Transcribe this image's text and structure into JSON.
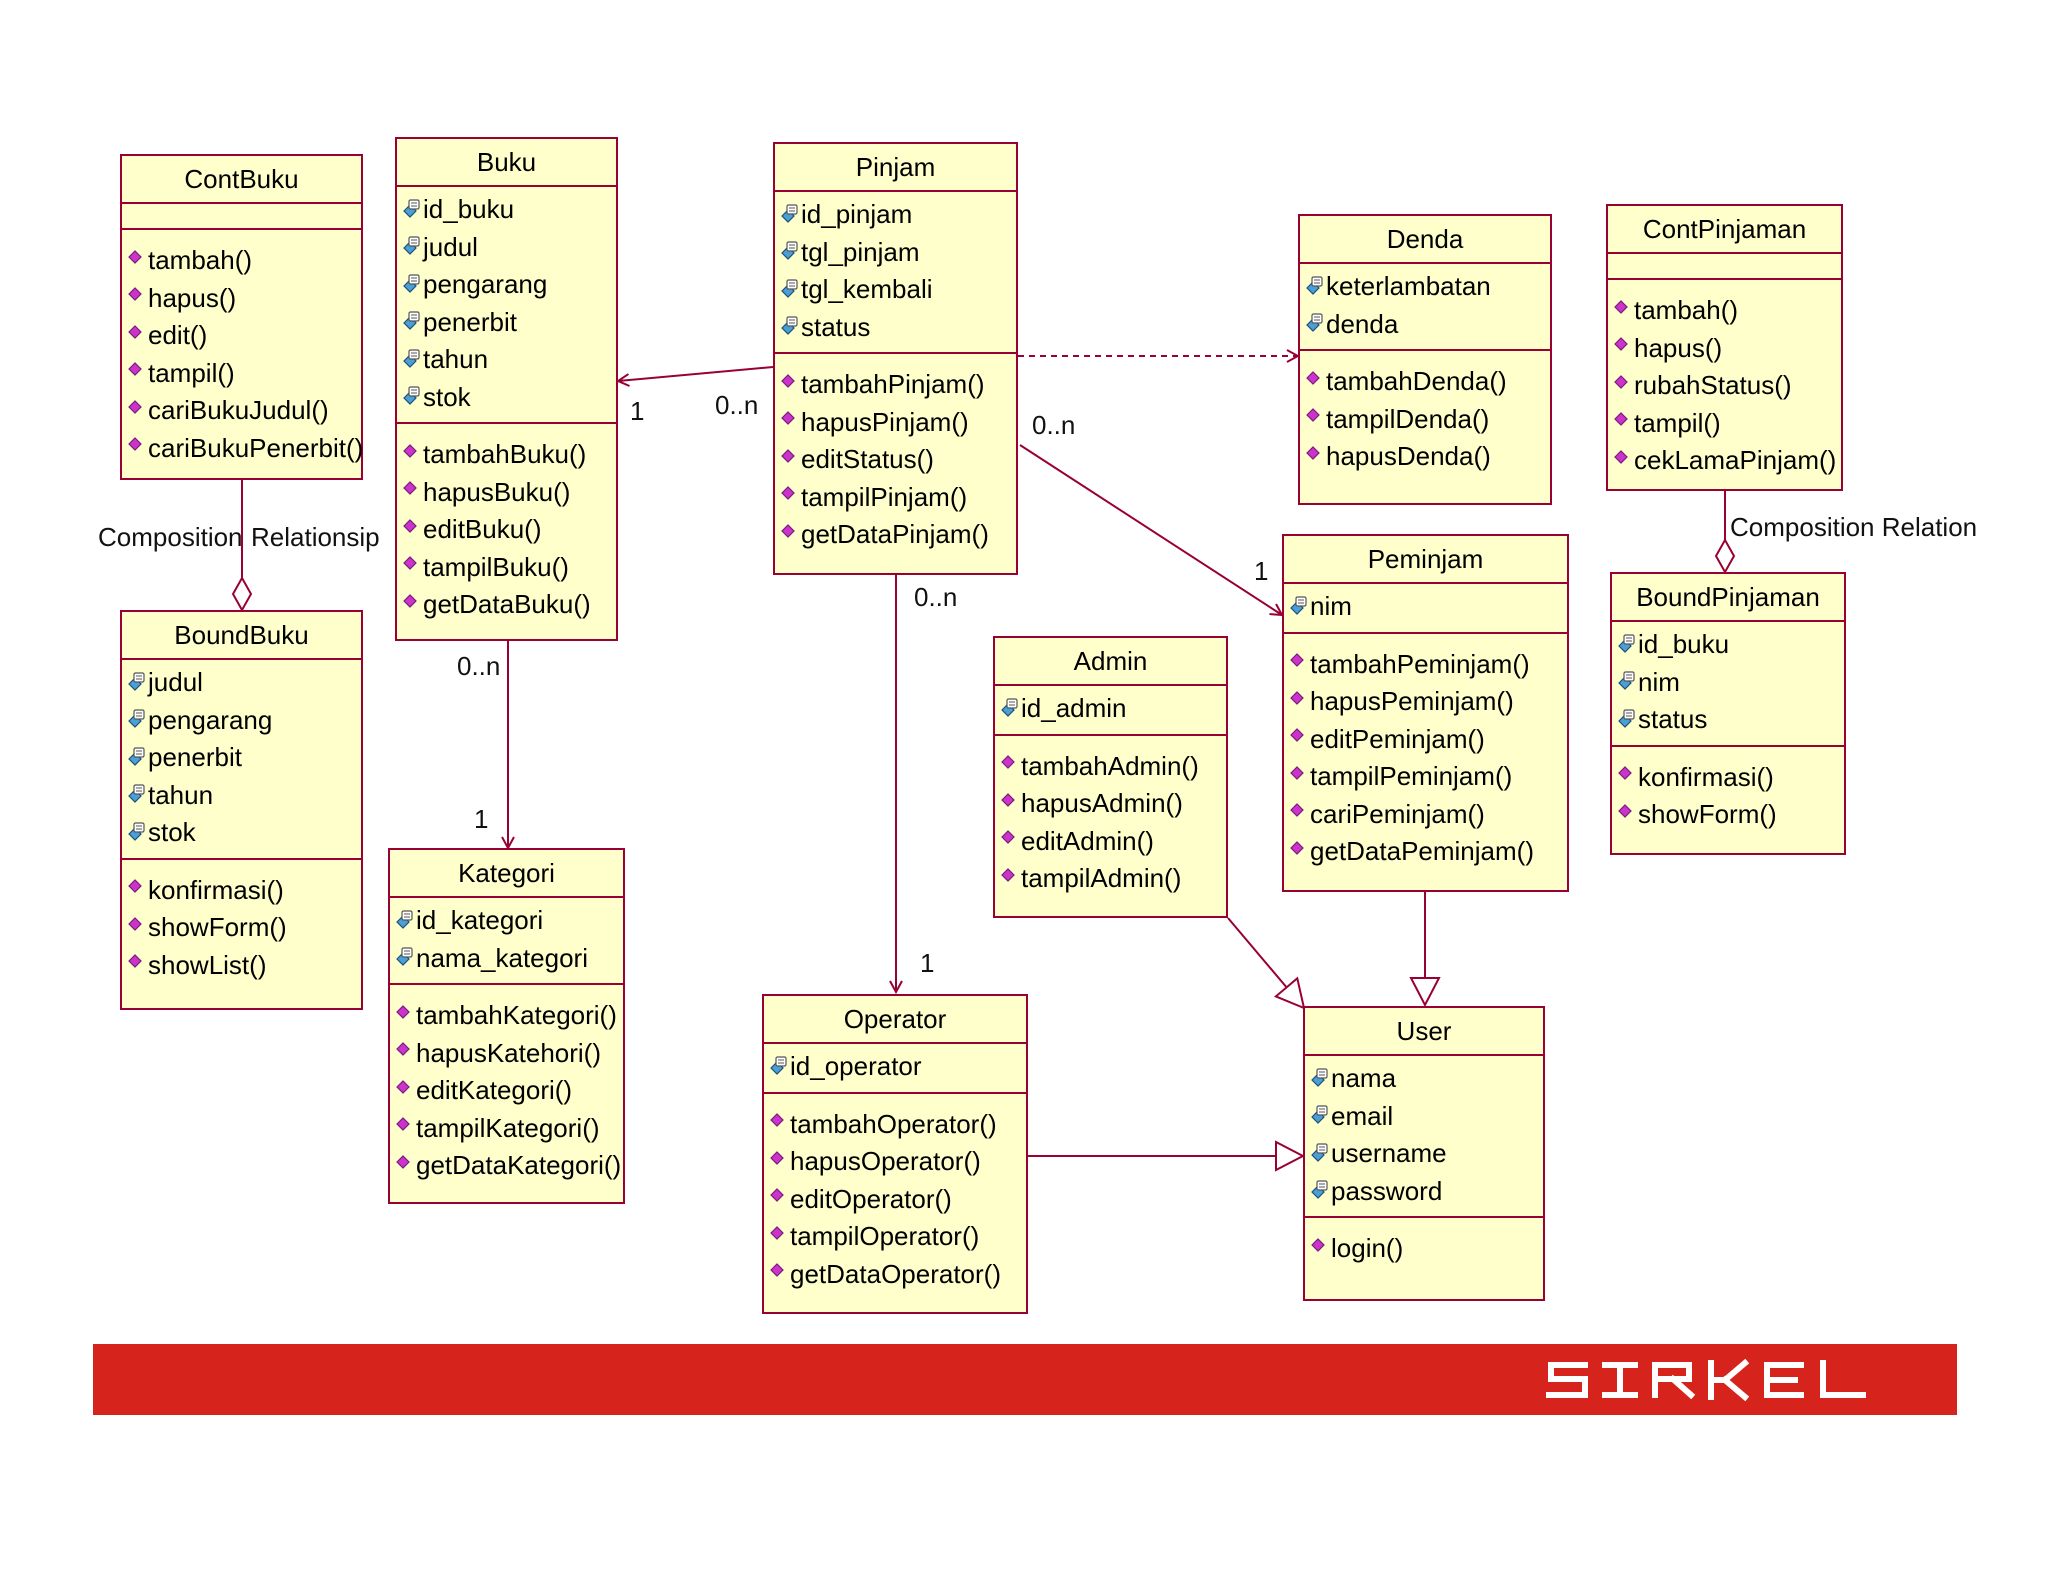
{
  "classes": {
    "contbuku": {
      "name": "ContBuku",
      "attributes": [],
      "operations": [
        "tambah()",
        "hapus()",
        "edit()",
        "tampil()",
        "cariBukuJudul()",
        "cariBukuPenerbit()"
      ]
    },
    "buku": {
      "name": "Buku",
      "attributes": [
        "id_buku",
        "judul",
        "pengarang",
        "penerbit",
        "tahun",
        "stok"
      ],
      "operations": [
        "tambahBuku()",
        "hapusBuku()",
        "editBuku()",
        "tampilBuku()",
        "getDataBuku()"
      ]
    },
    "pinjam": {
      "name": "Pinjam",
      "attributes": [
        "id_pinjam",
        "tgl_pinjam",
        "tgl_kembali",
        "status"
      ],
      "operations": [
        "tambahPinjam()",
        "hapusPinjam()",
        "editStatus()",
        "tampilPinjam()",
        "getDataPinjam()"
      ]
    },
    "denda": {
      "name": "Denda",
      "attributes": [
        "keterlambatan",
        "denda"
      ],
      "operations": [
        "tambahDenda()",
        "tampilDenda()",
        "hapusDenda()"
      ]
    },
    "contpinjaman": {
      "name": "ContPinjaman",
      "attributes": [],
      "operations": [
        "tambah()",
        "hapus()",
        "rubahStatus()",
        "tampil()",
        "cekLamaPinjam()"
      ]
    },
    "boundbuku": {
      "name": "BoundBuku",
      "attributes": [
        "judul",
        "pengarang",
        "penerbit",
        "tahun",
        "stok"
      ],
      "operations": [
        "konfirmasi()",
        "showForm()",
        "showList()"
      ]
    },
    "kategori": {
      "name": "Kategori",
      "attributes": [
        "id_kategori",
        "nama_kategori"
      ],
      "operations": [
        "tambahKategori()",
        "hapusKatehori()",
        "editKategori()",
        "tampilKategori()",
        "getDataKategori()"
      ]
    },
    "peminjam": {
      "name": "Peminjam",
      "attributes": [
        "nim"
      ],
      "operations": [
        "tambahPeminjam()",
        "hapusPeminjam()",
        "editPeminjam()",
        "tampilPeminjam()",
        "cariPeminjam()",
        "getDataPeminjam()"
      ]
    },
    "boundpinjaman": {
      "name": "BoundPinjaman",
      "attributes": [
        "id_buku",
        "nim",
        "status"
      ],
      "operations": [
        "konfirmasi()",
        "showForm()"
      ]
    },
    "admin": {
      "name": "Admin",
      "attributes": [
        "id_admin"
      ],
      "operations": [
        "tambahAdmin()",
        "hapusAdmin()",
        "editAdmin()",
        "tampilAdmin()"
      ]
    },
    "operator": {
      "name": "Operator",
      "attributes": [
        "id_operator"
      ],
      "operations": [
        "tambahOperator()",
        "hapusOperator()",
        "editOperator()",
        "tampilOperator()",
        "getDataOperator()"
      ]
    },
    "user": {
      "name": "User",
      "attributes": [
        "nama",
        "email",
        "username",
        "password"
      ],
      "operations": [
        "login()"
      ]
    }
  },
  "labels": {
    "composition_left_a": "Composition",
    "composition_left_b": "Relationsip",
    "composition_right": "Composition Relation",
    "buku_one": "1",
    "pinjam_buku_many": "0..n",
    "pinjam_peminjam_many": "0..n",
    "peminjam_one": "1",
    "buku_kategori_many": "0..n",
    "kategori_one": "1",
    "pinjam_operator_many": "0..n",
    "operator_one": "1"
  },
  "brand": {
    "logo_text": "SIRKEL",
    "banner_color": "#d6241c"
  },
  "colors": {
    "border": "#990033",
    "fill": "#ffffcc",
    "attr_icon": "#4a9fd6",
    "op_icon": "#cc33cc"
  }
}
